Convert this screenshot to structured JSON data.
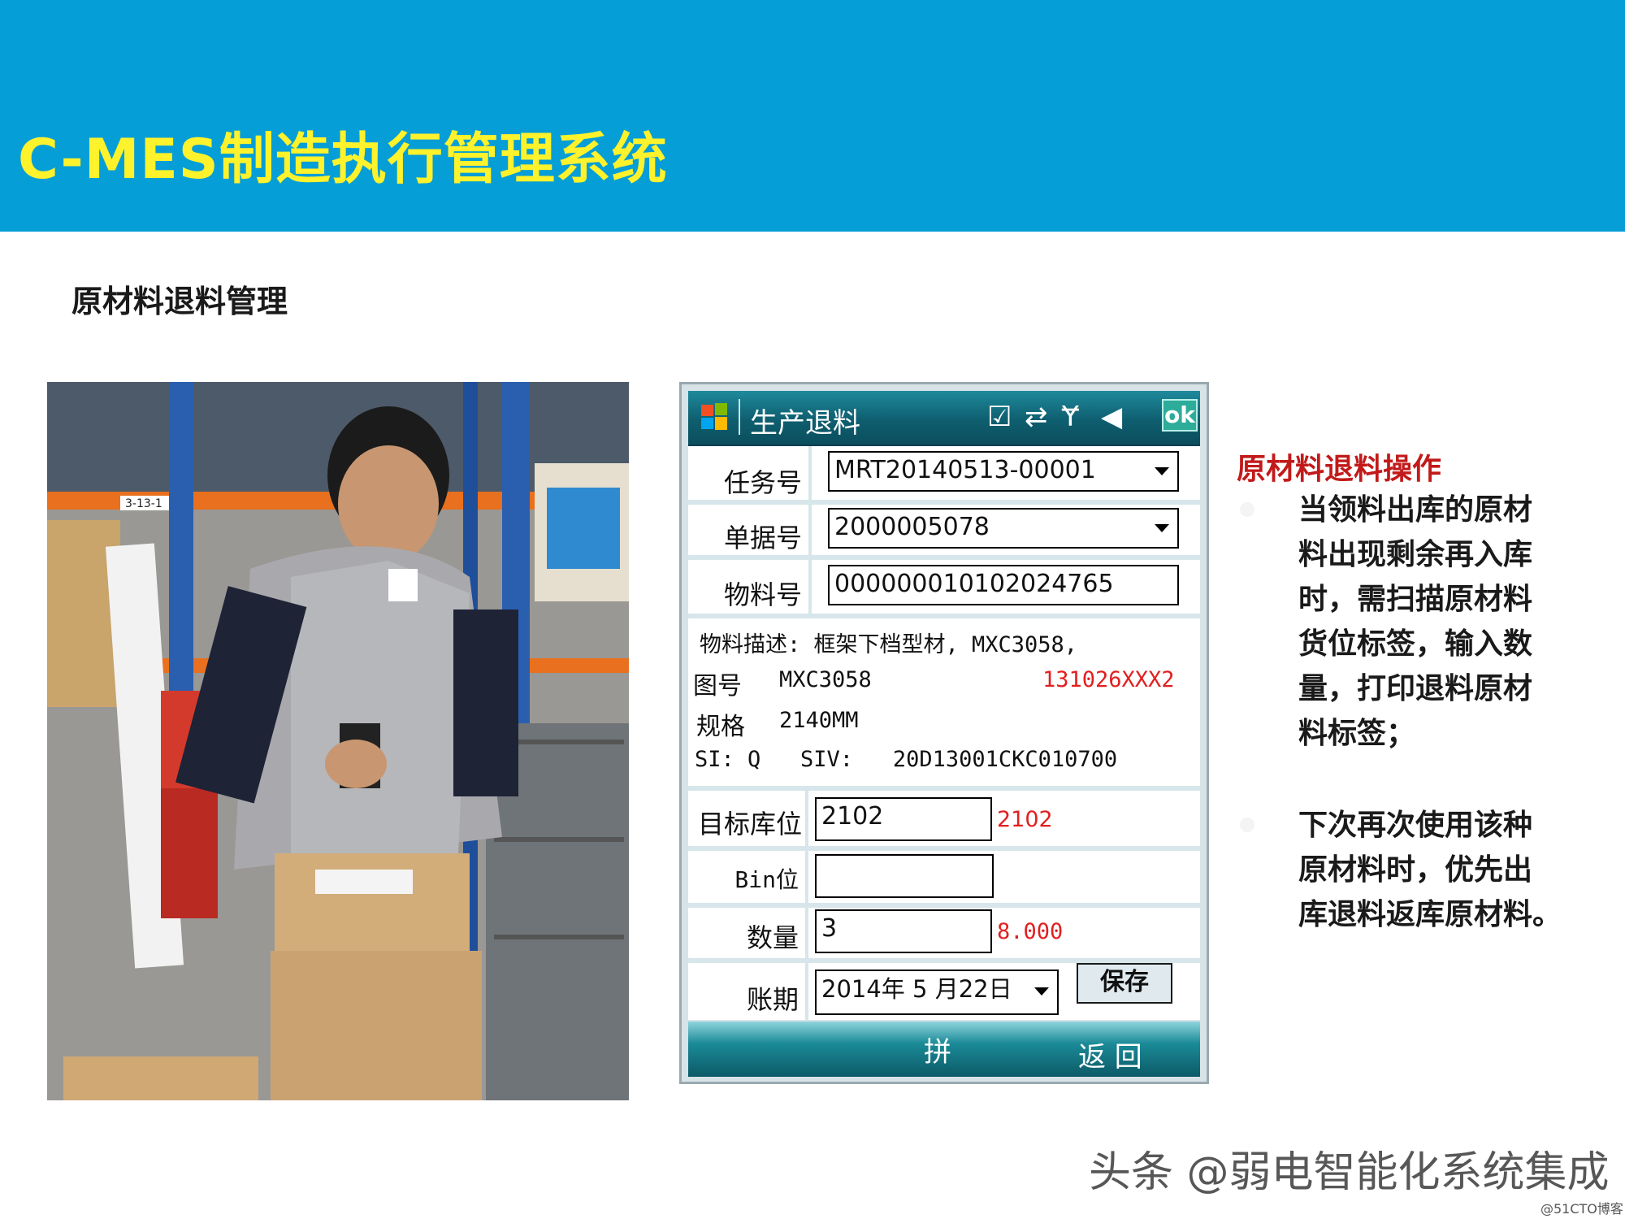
{
  "header": {
    "title": "C-MES制造执行管理系统"
  },
  "section": {
    "title": "原材料退料管理"
  },
  "photo": {
    "rack_label": "3-13-1"
  },
  "device": {
    "title": "生产退料",
    "ok_label": "ok",
    "fields": {
      "task_label": "任务号",
      "task_value": "MRT20140513-00001",
      "doc_label": "单据号",
      "doc_value": "2000005078",
      "material_label": "物料号",
      "material_value": "000000010102024765"
    },
    "info": {
      "desc": "物料描述: 框架下档型材, MXC3058,",
      "drawing_label": "图号",
      "drawing_value": "MXC3058",
      "drawing_code": "131026XXX2",
      "spec_label": "规格",
      "spec_value": "2140MM",
      "si_line": "SI: Q   SIV:   20D13001CKC010700"
    },
    "target": {
      "label": "目标库位",
      "value": "2102",
      "hint": "2102"
    },
    "bin": {
      "label": "Bin位",
      "value": ""
    },
    "qty": {
      "label": "数量",
      "value": "3",
      "hint": "8.000"
    },
    "period": {
      "label": "账期",
      "value": "2014年 5 月22日"
    },
    "save_label": "保存",
    "bottom": {
      "left_label": "拼",
      "right_label": "返 回"
    }
  },
  "operation": {
    "title": "原材料退料操作",
    "bullet1": [
      "当领料出库的原材",
      "料出现剩余再入库",
      "时，需扫描原材料",
      "货位标签，输入数",
      "量，打印退料原材",
      "料标签；"
    ],
    "bullet2": [
      "下次再次使用该种",
      "原材料时，优先出",
      "库退料返库原材料。"
    ]
  },
  "watermark": "头条 @弱电智能化系统集成",
  "corner_mark": "@51CTO博客",
  "colors": {
    "banner": "#069ed6",
    "title": "#fdf22b",
    "accent_red": "#c21a1a",
    "device_bar": "#0e5e6f"
  }
}
